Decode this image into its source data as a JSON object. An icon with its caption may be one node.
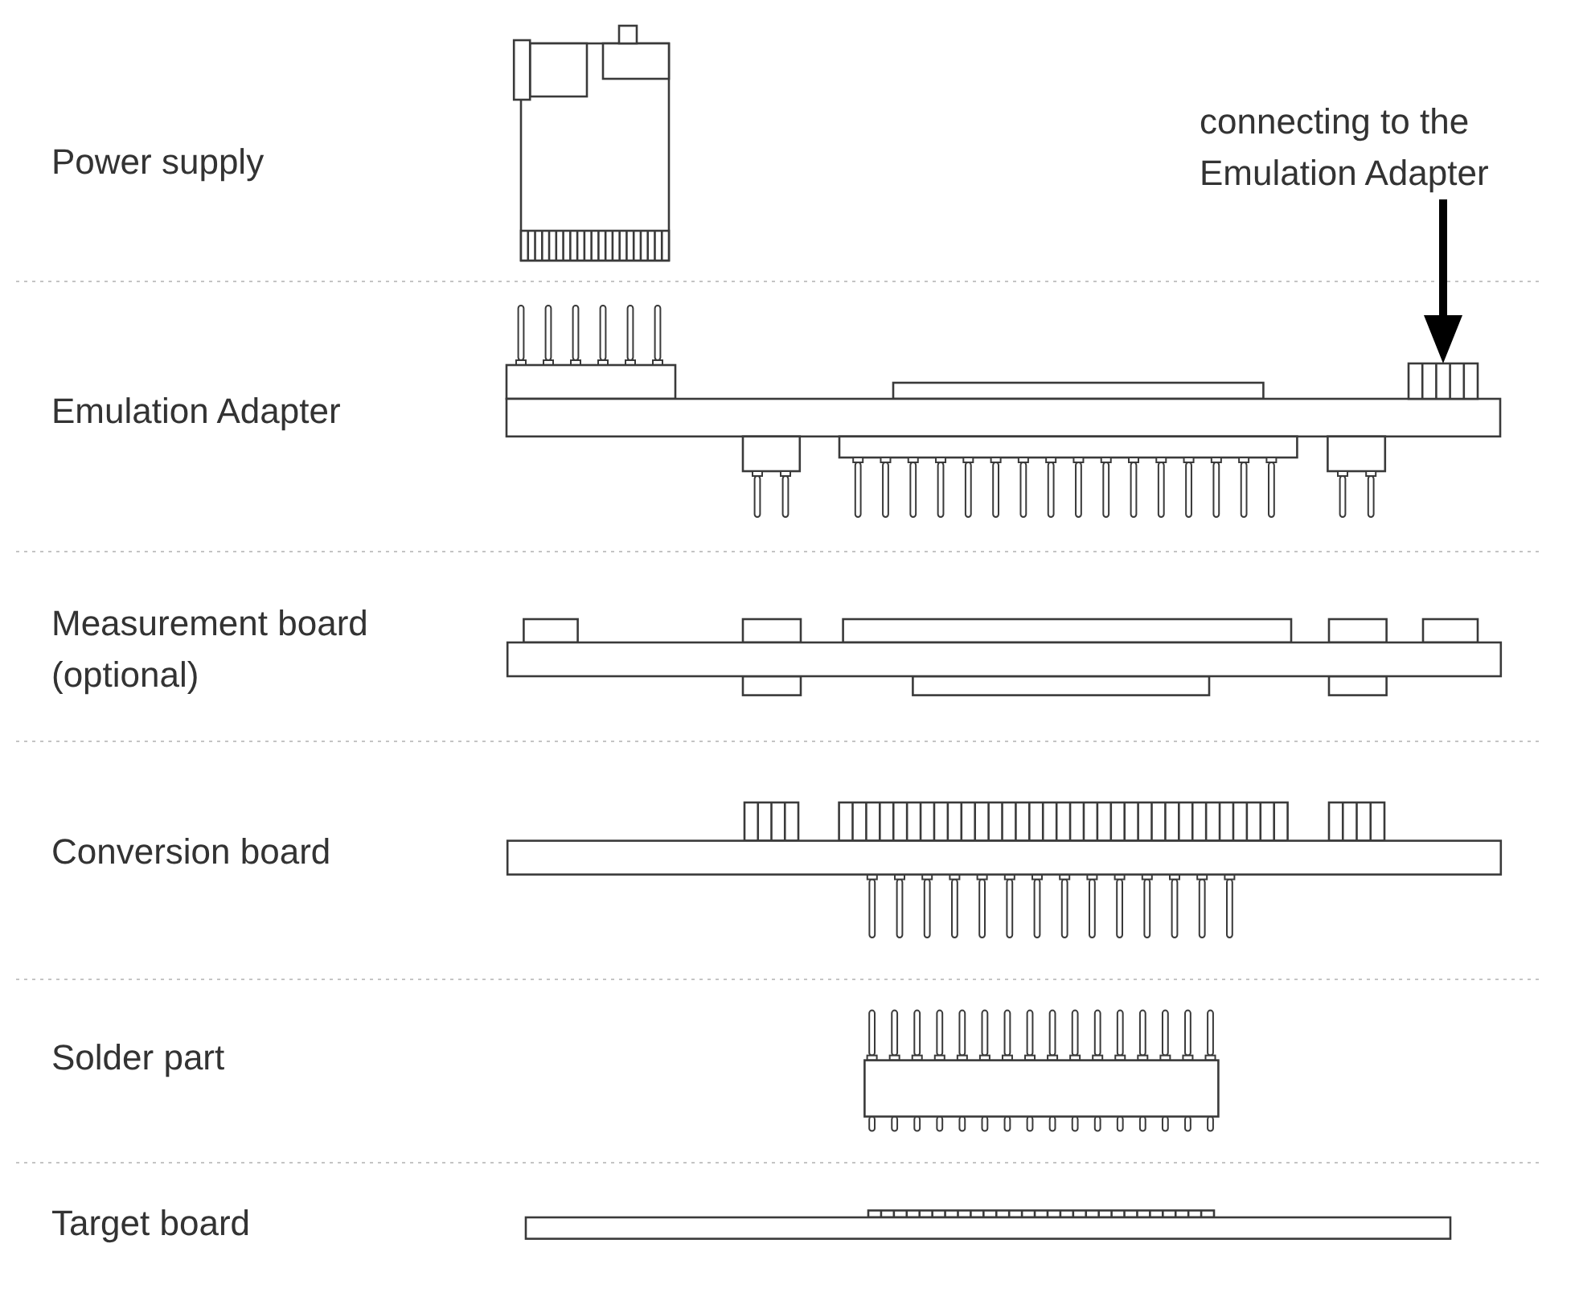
{
  "diagram": {
    "nodes": [
      {
        "text": [
          "connecting to the Emulation Adapter"
        ]
      },
      {
        "text": [],
        "shape": "box"
      }
    ],
    "edges": [
      {
        "from": 0,
        "to": 1,
        "arrow": "to"
      }
    ],
    "labels": [
      "Power supply",
      "Emulation Adapter",
      "Measurement board (optional)",
      "Conversion board",
      "Solder part",
      "Target board"
    ]
  }
}
